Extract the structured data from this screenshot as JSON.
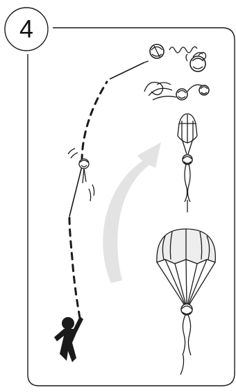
{
  "step": {
    "number": "4"
  },
  "colors": {
    "ink": "#1a1a1a",
    "panel_background": "#ffffff",
    "arrow_gray": "#e3e3e3",
    "canopy_shade": "#ededed"
  },
  "figure": {
    "stages": [
      "launch-figure",
      "toss-trajectory",
      "deploying-parachute",
      "open-parachute"
    ]
  }
}
